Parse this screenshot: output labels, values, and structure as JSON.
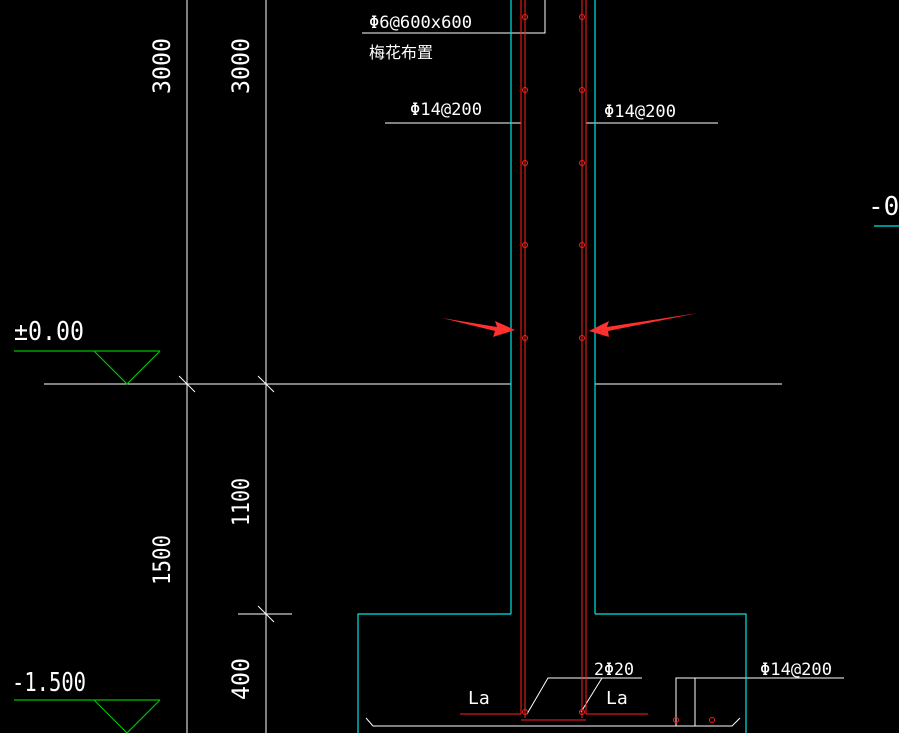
{
  "annotations": {
    "tie_spec": "Φ6@600x600",
    "tie_note": "梅花布置",
    "left_bar": "Φ14@200",
    "right_bar": "Φ14@200",
    "footing_bars": "2Φ20",
    "footing_bar_right": "Φ14@200",
    "anchor_left": "La",
    "anchor_right": "La"
  },
  "elevations": {
    "ground": "±0.00",
    "bottom": "-1.500",
    "cut_right": "-0"
  },
  "dimensions": {
    "outer_top": "3000",
    "inner_top": "3000",
    "outer_bottom": "1500",
    "inner_mid": "1100",
    "inner_bottom": "400"
  },
  "colors": {
    "background": "#000000",
    "lines": "#ffffff",
    "concrete_outline": "#00e5e5",
    "rebar": "#ff2020",
    "elevation_mark": "#00c000",
    "arrow": "#ff3030"
  }
}
